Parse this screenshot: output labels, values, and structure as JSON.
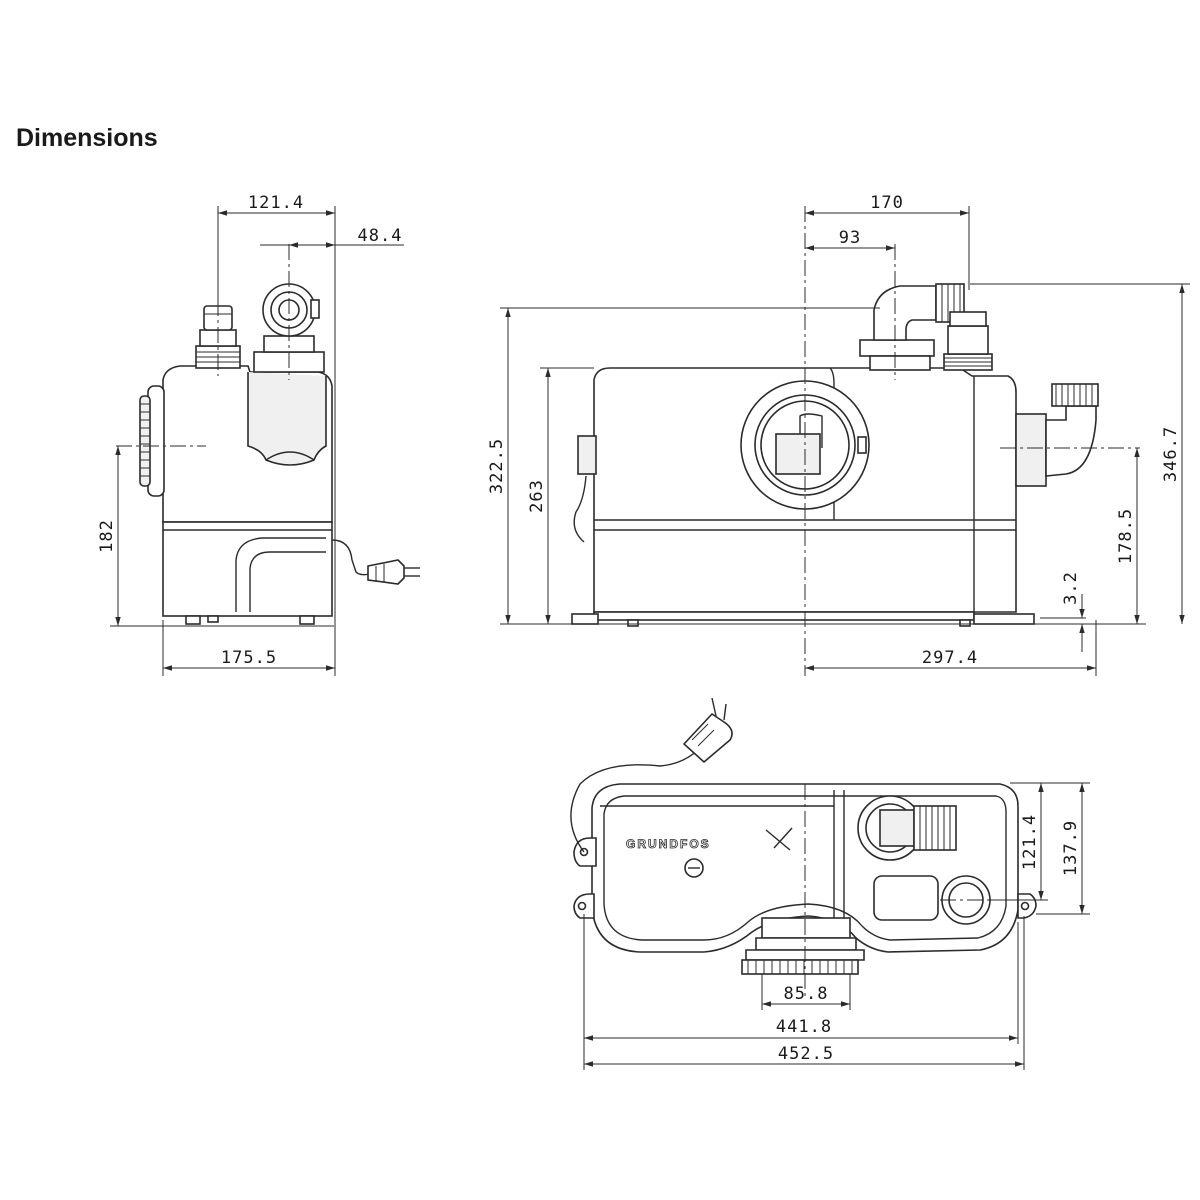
{
  "title": "Dimensions",
  "side_view": {
    "width_top": "121.4",
    "outlet_offset": "48.4",
    "inlet_height": "182",
    "base_width": "175.5"
  },
  "front_view": {
    "span_top": "170",
    "outlet_center": "93",
    "total_height_left": "322.5",
    "body_height": "263",
    "outlet_height_right": "346.7",
    "inlet_height_right": "178.5",
    "foot_height": "3.2",
    "half_length": "297.4"
  },
  "top_view": {
    "brand_logo": "GRUNDFOS",
    "depth_inner": "121.4",
    "depth_outer": "137.9",
    "inlet_diameter": "85.8",
    "fixing_distance": "441.8",
    "total_length": "452.5"
  }
}
